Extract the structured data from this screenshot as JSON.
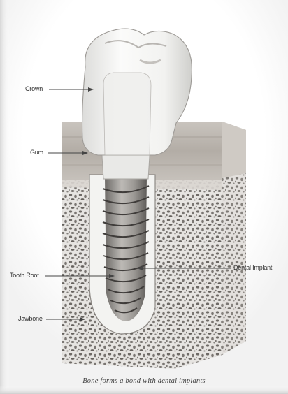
{
  "labels": {
    "crown": "Crown",
    "gum": "Gum",
    "tooth_root": "Tooth Root",
    "jawbone": "Jawbone",
    "dental_implant": "Dental Implant"
  },
  "caption": "Bone forms a bond with dental implants",
  "colors": {
    "background": "#ffffff",
    "gum": "#b9b3ac",
    "bone": "#e4e2df",
    "bone_pores": "#6e6a66",
    "crown": "#f4f4f2",
    "implant": "#8f8c89",
    "leader": "#444444"
  }
}
